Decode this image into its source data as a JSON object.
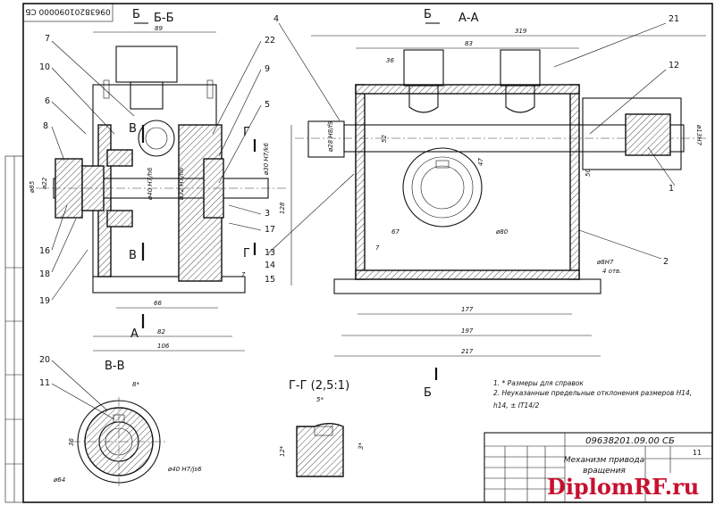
{
  "drawing_code": "09638201090000 СБ",
  "title_block": {
    "code": "09638201.09.00 СБ",
    "name_line1": "Механизм привода",
    "name_line2": "вращения",
    "sheet_count": "11"
  },
  "sections": {
    "bb": "Б-Б",
    "aa": "А-А",
    "vv": "В-В",
    "gg": "Г-Г (2,5:1)",
    "mark_b": "Б",
    "mark_a": "А",
    "mark_v": "В",
    "mark_g": "Г"
  },
  "notes": [
    "1. * Размеры для справок",
    "2. Неуказанные предельные отклонения размеров Н14,",
    "h14, ± IT14/2"
  ],
  "callouts": [
    "1",
    "2",
    "3",
    "4",
    "5",
    "6",
    "7",
    "8",
    "9",
    "10",
    "11",
    "12",
    "13",
    "14",
    "15",
    "16",
    "17",
    "18",
    "19",
    "20",
    "21",
    "22"
  ],
  "dims": {
    "d89": "89",
    "d319": "319",
    "d83": "83",
    "d36": "36",
    "d52": "52",
    "d47": "47",
    "d67": "67",
    "d80": "ø80",
    "d177": "177",
    "d197": "197",
    "d217": "217",
    "d66": "66",
    "d82": "82",
    "d106": "106",
    "d128": "128",
    "d7": "7",
    "d7b": "7",
    "d8h7": "ø8Н7",
    "d4otv": "4 отв.",
    "d50": "50",
    "d13h7": "ø13Н7",
    "d8": "8*",
    "d36b": "36",
    "d64": "ø64",
    "d40js6": "ø40 Н7/js6",
    "d5": "5*",
    "d12": "12*",
    "d3": "3*",
    "d85": "ø85",
    "d22": "ø22",
    "dh7_1": "ø40 Н7/h6",
    "dh7_2": "ø32 Н7/h6",
    "d30h7": "ø30 Н7/k6",
    "d28": "ø28 H8/f9"
  },
  "watermark": "DiplomRF.ru"
}
